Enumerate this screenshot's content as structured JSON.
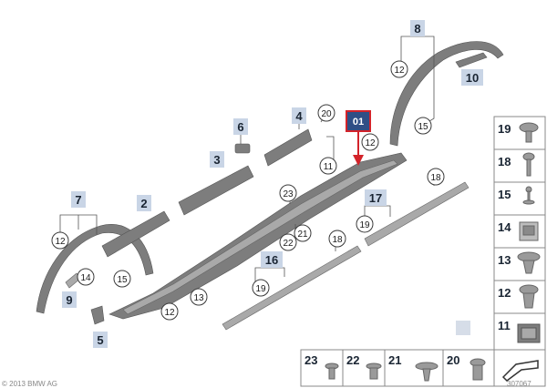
{
  "highlight": {
    "label": "01",
    "color": "#d3232a",
    "fill": "#2f4f86"
  },
  "callouts": {
    "c2": "2",
    "c3": "3",
    "c4": "4",
    "c5": "5",
    "c6": "6",
    "c7": "7",
    "c8": "8",
    "c9": "9",
    "c10": "10",
    "c16": "16",
    "c17": "17"
  },
  "badges": {
    "b11": "11",
    "b12": "12",
    "b13": "13",
    "b14": "14",
    "b15": "15",
    "b18": "18",
    "b19": "19",
    "b20": "20",
    "b21": "21",
    "b22": "22",
    "b23": "23"
  },
  "panel": {
    "right": [
      "19",
      "18",
      "15",
      "14",
      "13",
      "12",
      "11"
    ],
    "bottom": [
      "23",
      "22",
      "21",
      "20"
    ]
  },
  "footer": {
    "left": "© 2013 BMW AG",
    "right": "307067"
  }
}
